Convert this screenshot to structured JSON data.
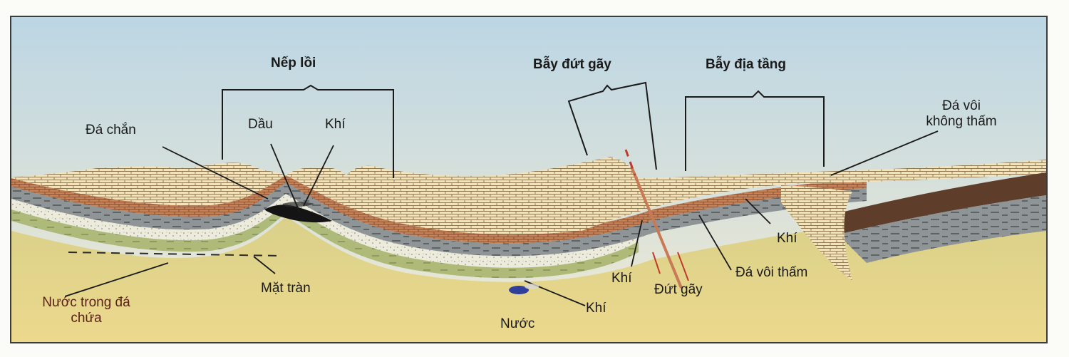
{
  "labels": {
    "anticline": "Nếp lồi",
    "fault_trap": "Bẫy đứt gãy",
    "strat_trap": "Bẫy địa tầng",
    "cap_rock": "Đá chắn",
    "oil": "Dầu",
    "gas_top": "Khí",
    "impermeable_1": "Đá vôi",
    "impermeable_2": "không thấm",
    "reservoir_water_1": "Nước trong đá",
    "reservoir_water_2": "chứa",
    "contact": "Mặt tràn",
    "water": "Nước",
    "gas_bottom": "Khí",
    "gas_fault": "Khí",
    "fault": "Đứt gãy",
    "permeable": "Đá vôi thấm",
    "gas_strat": "Khí"
  },
  "colors": {
    "sky_top": "#bcd6e4",
    "sky_bottom": "#f0ead2",
    "ground": "#e7d685",
    "limestone": "#f1e4bb",
    "brick": "#b9794e",
    "shale": "#8d9294",
    "sand": "#ecebdc",
    "green": "#a9b56f",
    "dark": "#5e3d2b",
    "oil": "#141414",
    "fault": "#c77a55"
  }
}
